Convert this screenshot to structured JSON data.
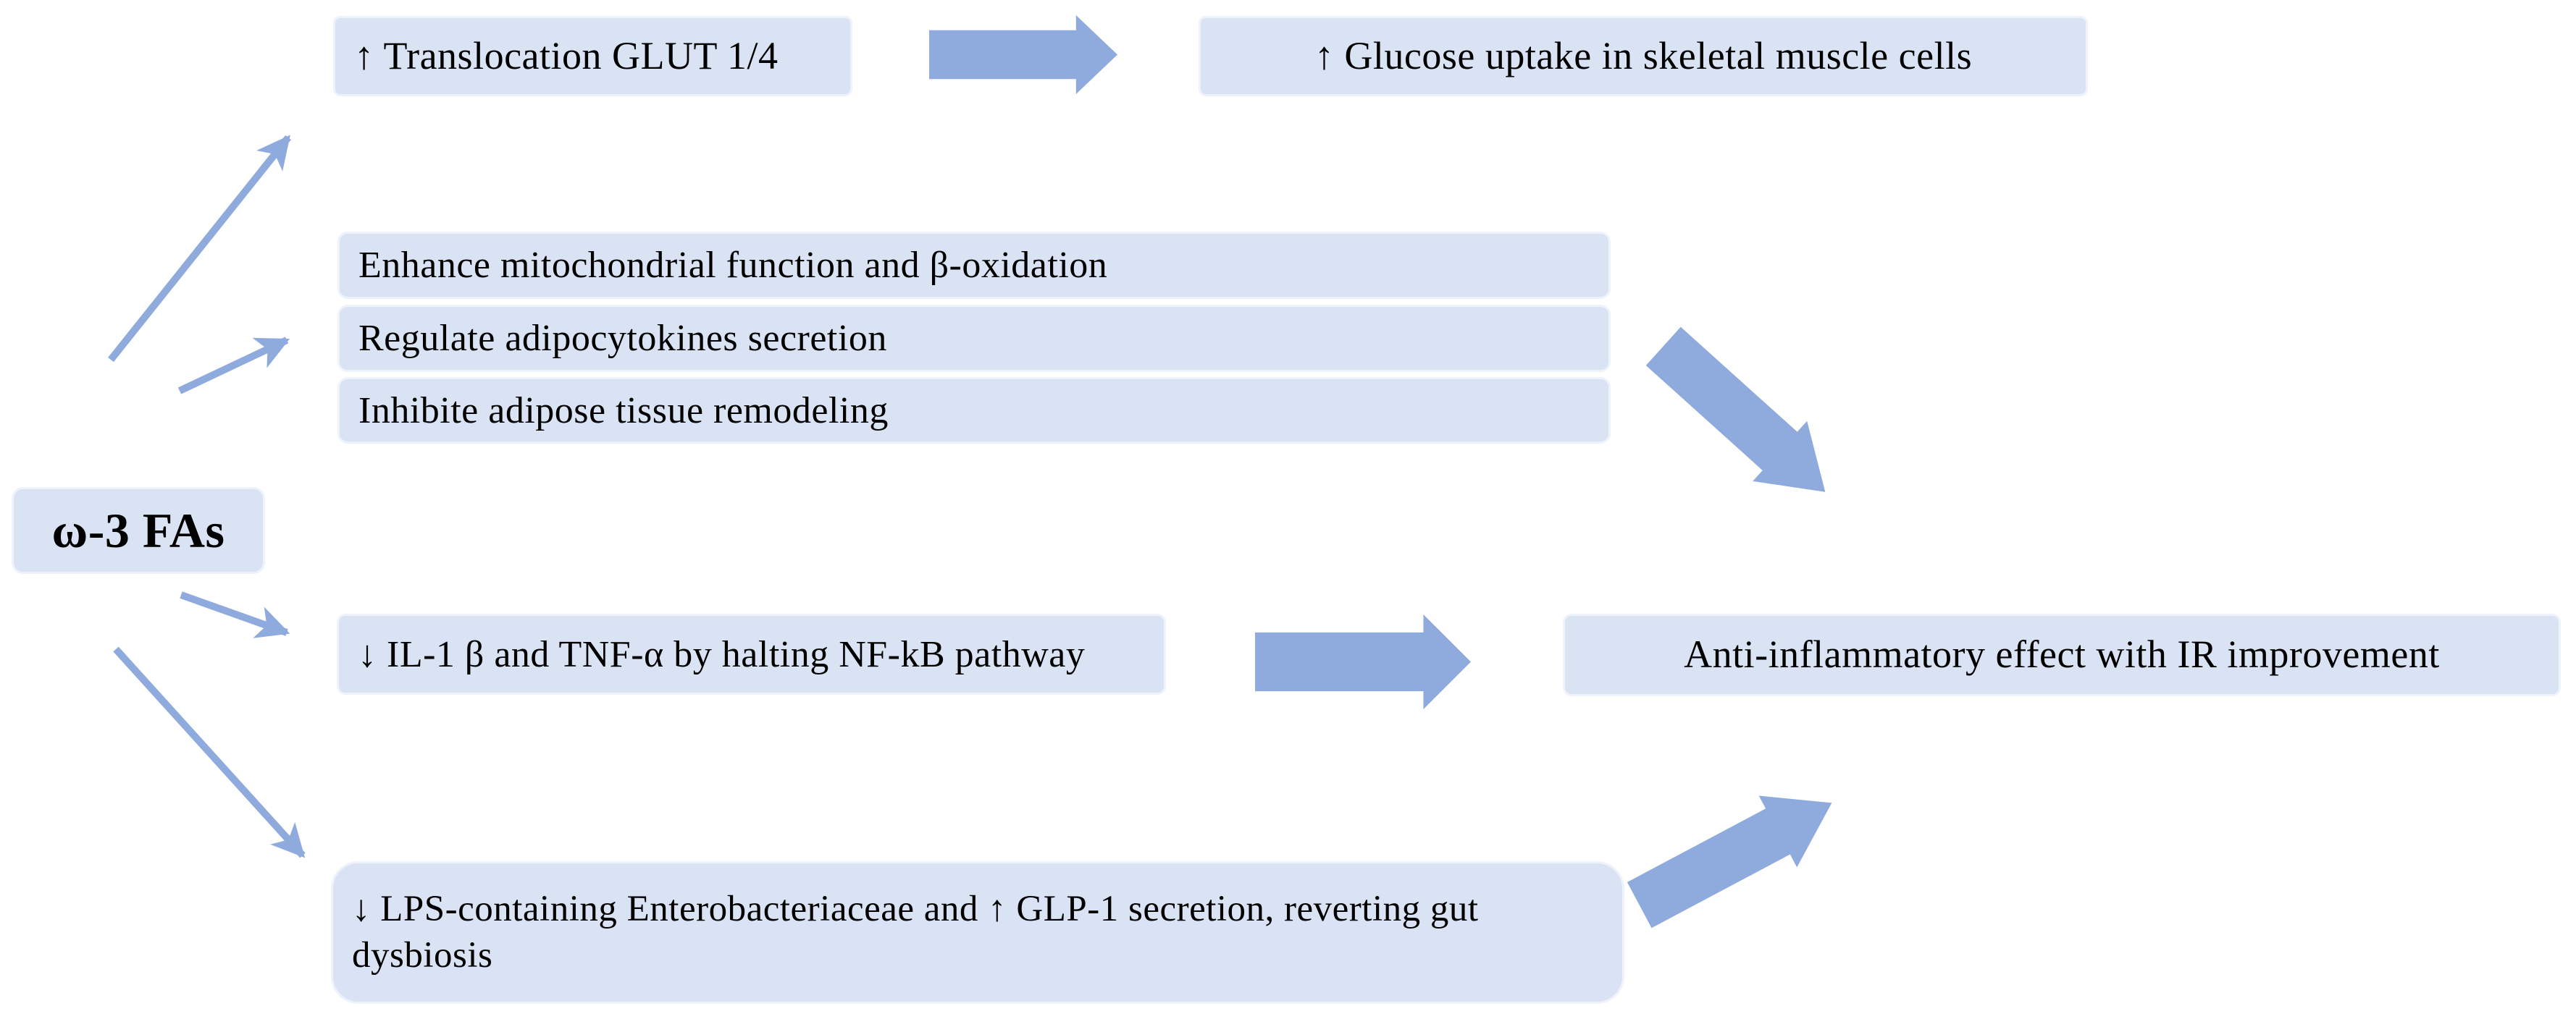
{
  "diagram": {
    "source": {
      "label": "ω-3 FAs"
    },
    "nodes": {
      "translocation": "↑ Translocation GLUT 1/4",
      "glucose_uptake": "↑ Glucose uptake in skeletal muscle cells",
      "mitochondrial": "Enhance mitochondrial function and β-oxidation",
      "adipocytokines": "Regulate adipocytokines secretion",
      "adipose_remodeling": "Inhibite adipose tissue remodeling",
      "il1_tnf": "↓ IL-1 β and TNF-α by halting NF-kB pathway",
      "anti_inflammatory": "Anti-inflammatory  effect with IR improvement",
      "lps_glp1": "↓ LPS-containing Enterobacteriaceae and ↑ GLP-1 secretion, reverting gut dysbiosis"
    },
    "colors": {
      "background": "#ffffff",
      "box_fill": "#dae3f3",
      "box_border": "#eef2fa",
      "arrow": "#8faadc",
      "text": "#000000"
    }
  }
}
